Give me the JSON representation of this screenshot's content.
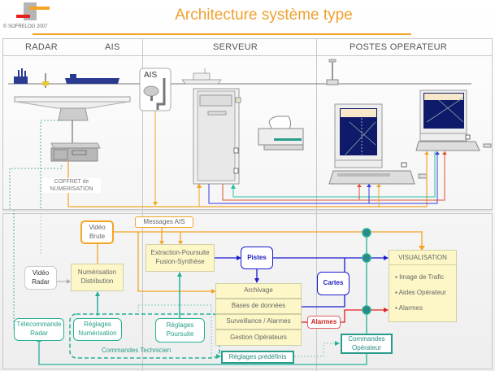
{
  "header": {
    "title": "Architecture système type",
    "copyright": "© SOFRELOG 2007"
  },
  "columns": {
    "radar": "RADAR",
    "ais": "AIS",
    "serveur": "SERVEUR",
    "postes": "POSTES OPERATEUR"
  },
  "hardware": {
    "ais_label": "AIS",
    "coffret_line1": "COFFRET de",
    "coffret_line2": "NUMERISATION"
  },
  "flow": {
    "video_brute": [
      "Vidéo",
      "Brute"
    ],
    "messages_ais": "Messages AIS",
    "video_radar": [
      "Vidéo",
      "Radar"
    ],
    "numerisation": [
      "Numérisation",
      "Distribution"
    ],
    "extraction": [
      "Extraction-Poursuite",
      "Fusion-Synthèse"
    ],
    "pistes": "Pistes",
    "cartes": "Cartes",
    "alarmes": "Alarmes",
    "server_stack": [
      "Archivage",
      "Bases de données",
      "Surveillance / Alarmes",
      "Gestion Opérateurs"
    ],
    "visualisation_title": "VISUALISATION",
    "visualisation_items": [
      "Image de Trafic",
      "Aides Opérateur",
      "Alarmes"
    ],
    "telecommande": [
      "Télécommande",
      "Radar"
    ],
    "reglages_num": [
      "Réglages",
      "Numérisation"
    ],
    "reglages_poursuite": [
      "Réglages",
      "Poursuite"
    ],
    "commandes_technicien": "Commandes Technicien",
    "reglages_predefinis": "Réglages prédéfinis",
    "commandes_operateur": [
      "Commandes",
      "Opérateur"
    ]
  },
  "colors": {
    "orange": "#f3a525",
    "blue": "#1a1ad0",
    "teal": "#27b097",
    "red": "#e02020"
  }
}
